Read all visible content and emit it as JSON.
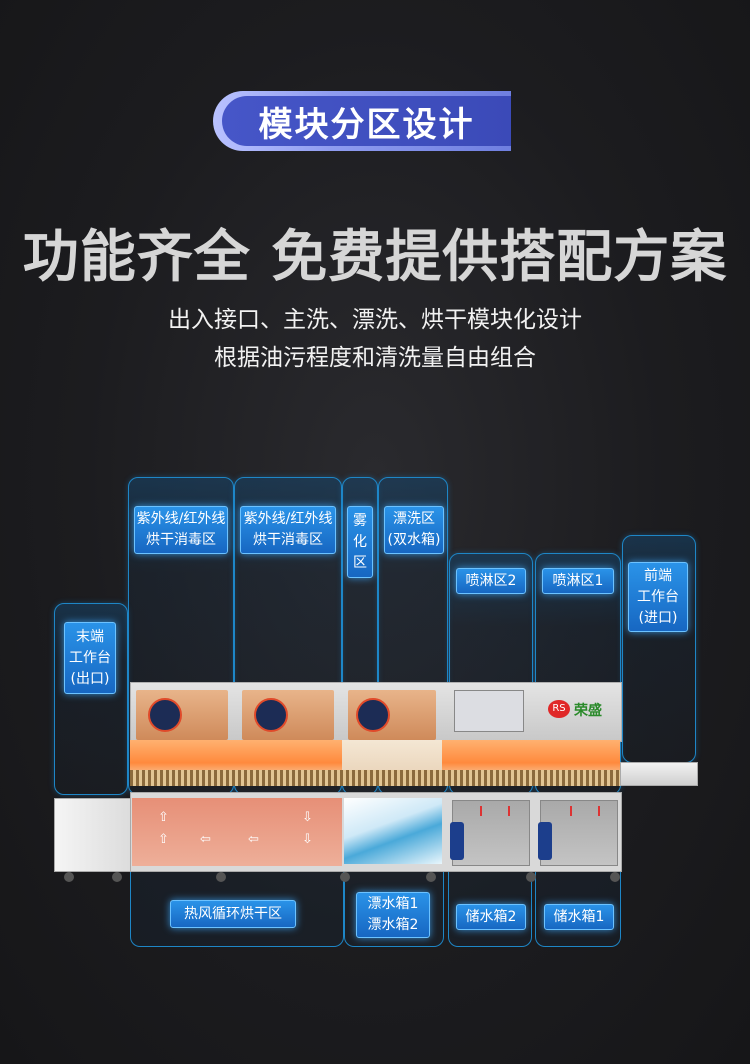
{
  "badge": {
    "title": "模块分区设计"
  },
  "headline": "功能齐全 免费提供搭配方案",
  "subtitle": {
    "line1": "出入接口、主洗、漂洗、烘干模块化设计",
    "line2": "根据油污程度和清洗量自由组合"
  },
  "zones_top": [
    {
      "id": "exit",
      "lines": [
        "末端",
        "工作台",
        "(出口)"
      ]
    },
    {
      "id": "uv1",
      "lines": [
        "紫外线/红外线",
        "烘干消毒区"
      ]
    },
    {
      "id": "uv2",
      "lines": [
        "紫外线/红外线",
        "烘干消毒区"
      ]
    },
    {
      "id": "mist",
      "lines": [
        "雾",
        "化",
        "区"
      ]
    },
    {
      "id": "rinse",
      "lines": [
        "漂洗区",
        "(双水箱)"
      ]
    },
    {
      "id": "spray2",
      "lines": [
        "喷淋区2"
      ]
    },
    {
      "id": "spray1",
      "lines": [
        "喷淋区1"
      ]
    },
    {
      "id": "entry",
      "lines": [
        "前端",
        "工作台",
        "(进口)"
      ]
    }
  ],
  "zones_bottom": [
    {
      "id": "hot-air",
      "lines": [
        "热风循环烘干区"
      ]
    },
    {
      "id": "rinse-tanks",
      "lines": [
        "漂水箱1",
        "漂水箱2"
      ]
    },
    {
      "id": "tank2",
      "lines": [
        "储水箱2"
      ]
    },
    {
      "id": "tank1",
      "lines": [
        "储水箱1"
      ]
    }
  ],
  "logo": {
    "mark": "RS",
    "name": "荣盛"
  },
  "colors": {
    "accent": "#1e86c6",
    "label_bg": "#1f7fd6",
    "badge": "#3b4ab8"
  }
}
